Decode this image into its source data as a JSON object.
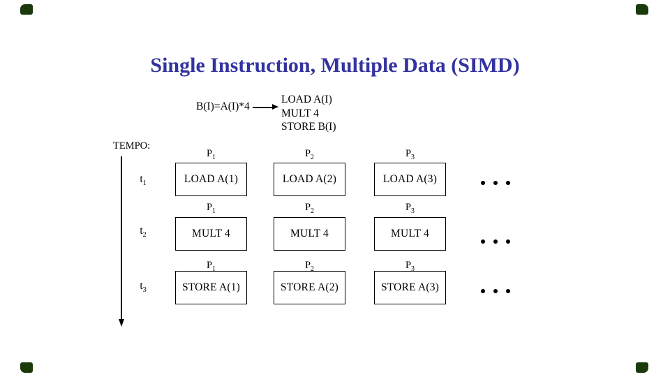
{
  "slide": {
    "title": "Single Instruction, Multiple Data (SIMD)",
    "statement": "B(I)=A(I)*4",
    "program_lines": [
      "LOAD A(I)",
      "MULT 4",
      "STORE B(I)"
    ],
    "tempo_label": "TEMPO:",
    "rows": [
      {
        "time_base": "t",
        "time_sub": "1",
        "headers": [
          {
            "base": "P",
            "sub": "1"
          },
          {
            "base": "P",
            "sub": "2"
          },
          {
            "base": "P",
            "sub": "3"
          }
        ],
        "ops": [
          "LOAD A(1)",
          "LOAD A(2)",
          "LOAD A(3)"
        ]
      },
      {
        "time_base": "t",
        "time_sub": "2",
        "headers": [
          {
            "base": "P",
            "sub": "1"
          },
          {
            "base": "P",
            "sub": "2"
          },
          {
            "base": "P",
            "sub": "3"
          }
        ],
        "ops": [
          "MULT 4",
          "MULT 4",
          "MULT 4"
        ]
      },
      {
        "time_base": "t",
        "time_sub": "3",
        "headers": [
          {
            "base": "P",
            "sub": "1"
          },
          {
            "base": "P",
            "sub": "2"
          },
          {
            "base": "P",
            "sub": "3"
          }
        ],
        "ops": [
          "STORE A(1)",
          "STORE A(2)",
          "STORE A(3)"
        ]
      }
    ],
    "colors": {
      "title_blue": "#3333A0",
      "corner_green": "#1B3A0C",
      "text": "#000000"
    }
  }
}
